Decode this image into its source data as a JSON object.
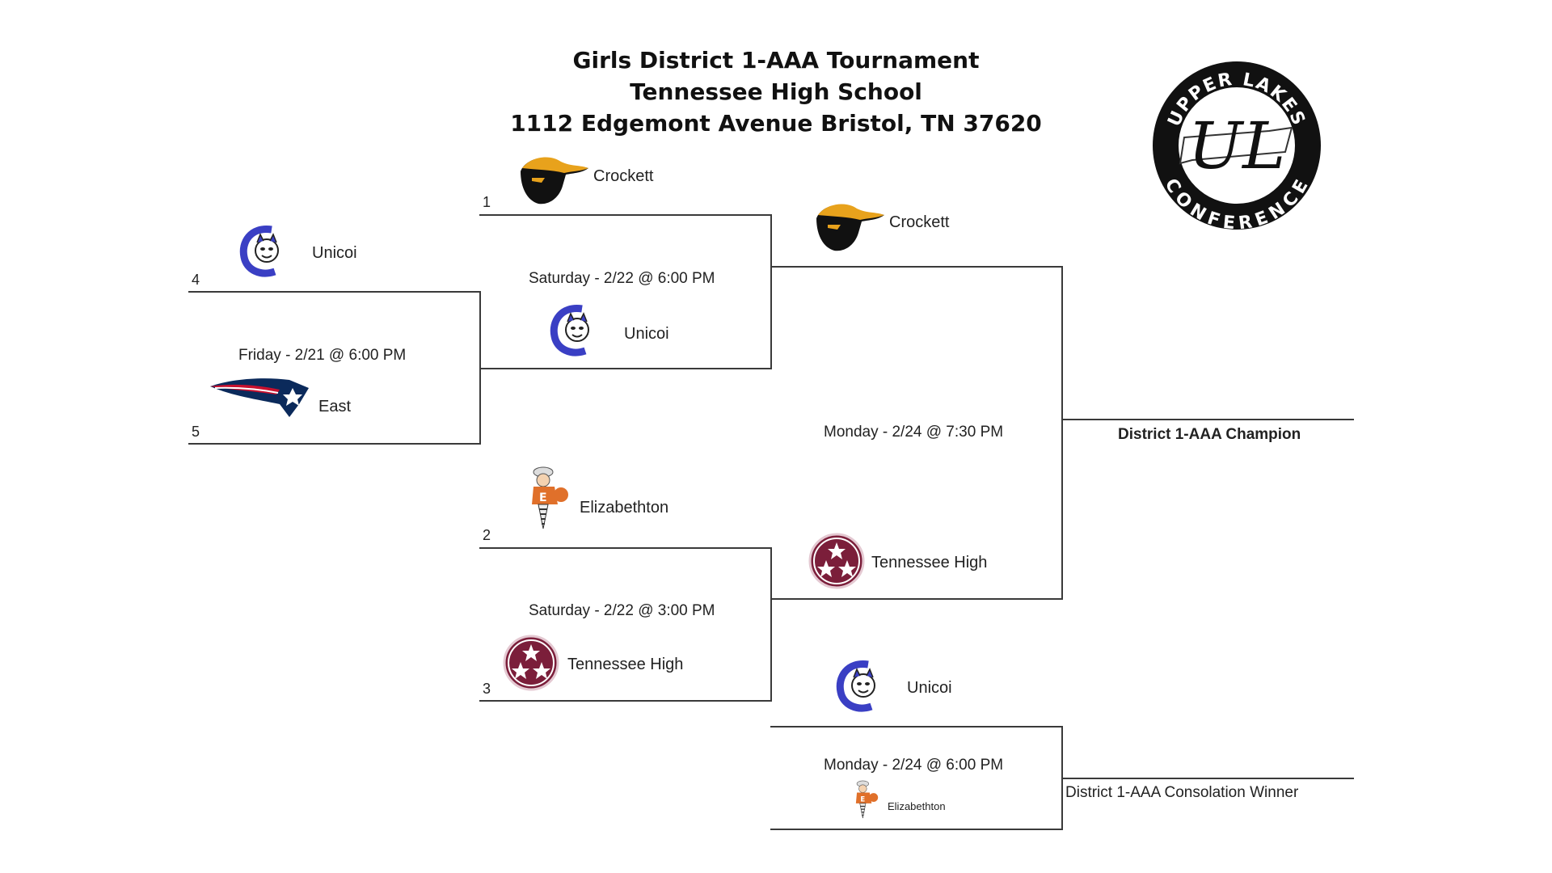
{
  "header": {
    "line1": "Girls District 1-AAA Tournament",
    "line2": "Tennessee High School",
    "line3": "1112 Edgemont Avenue Bristol, TN 37620"
  },
  "conference_logo": {
    "text_top": "UPPER LAKES",
    "text_bottom": "CONFERENCE",
    "monogram": "UL"
  },
  "round1": {
    "time": "Friday - 2/21 @ 6:00 PM",
    "top": {
      "seed": "4",
      "team": "Unicoi"
    },
    "bottom": {
      "seed": "5",
      "team": "East"
    }
  },
  "semi1": {
    "time": "Saturday - 2/22 @ 6:00 PM",
    "top": {
      "seed": "1",
      "team": "Crockett"
    },
    "bottom": {
      "team": "Unicoi"
    }
  },
  "semi2": {
    "time": "Saturday - 2/22 @ 3:00 PM",
    "top": {
      "seed": "2",
      "team": "Elizabethton"
    },
    "bottom": {
      "seed": "3",
      "team": "Tennessee High"
    }
  },
  "final": {
    "time": "Monday - 2/24 @ 7:30 PM",
    "top": {
      "team": "Crockett"
    },
    "bottom": {
      "team": "Tennessee High"
    },
    "result_label": "District 1-AAA Champion"
  },
  "consolation": {
    "time": "Monday - 2/24 @ 6:00 PM",
    "top": {
      "team": "Unicoi"
    },
    "bottom": {
      "team": "Elizabethton"
    },
    "result_label": "District 1-AAA Consolation Winner"
  },
  "colors": {
    "crockett_gold": "#e8a21c",
    "unicoi_blue": "#3a3fc4",
    "east_red": "#c8102e",
    "east_navy": "#0b2a5b",
    "elizabethton_orange": "#e0702a",
    "tennessee_maroon": "#7b1e3a",
    "line": "#3a3a3a"
  }
}
